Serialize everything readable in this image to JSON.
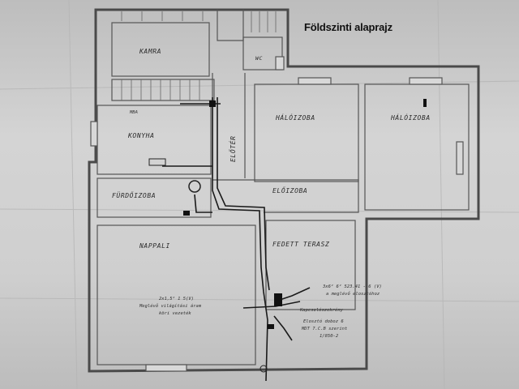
{
  "title": "Földszinti alaprajz",
  "rooms": {
    "kamra": "KAMRA",
    "wc": "WC",
    "konyha": "KONYHA",
    "eloter": "ELŐTÉR",
    "halo1": "HÁLÓIZOBA",
    "halo2": "HÁLÓIZOBA",
    "furdo": "FÜRDŐIZOBA",
    "eloizoba": "ELŐIZOBA",
    "nappali": "NAPPALI",
    "terasz": "FEDETT TERASZ"
  },
  "notes": {
    "mba": "MBA",
    "n1_a": "2x1,5² 1 5(V)",
    "n1_b": "Meglévő világítási áram",
    "n1_c": "köri vezeték",
    "n2_a": "3x6² 6² 523.41 - 6 (V)",
    "n2_b": "a meglévő elosztóhoz",
    "n3_a": "Kapcsolószekrény",
    "n3_b": "Elosztó doboz 6",
    "n3_c": "MDT 7.C.B szerint",
    "n3_d": "1/850-2"
  },
  "colors": {
    "wall": "#4a4a4a",
    "wiring": "#1a1a1a",
    "paper": "#cfcfcf"
  }
}
